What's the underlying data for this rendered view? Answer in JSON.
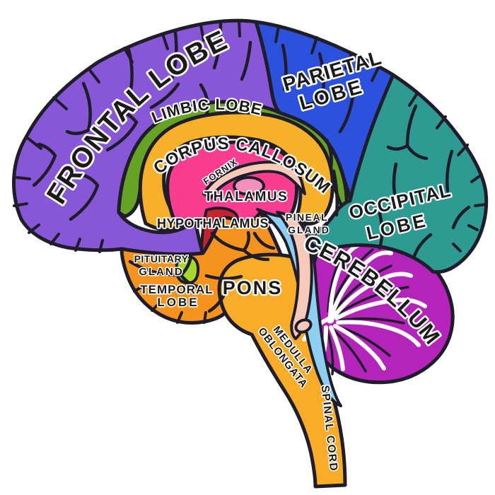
{
  "regions": {
    "frontal_lobe": {
      "label": "FRONTAL LOBE",
      "color": "#8857D8"
    },
    "parietal_lobe": {
      "line1": "PARIETAL",
      "line2": "LOBE",
      "color": "#2B51DD"
    },
    "limbic_lobe": {
      "label": "LIMBIC LOBE",
      "color": "#66A226"
    },
    "corpus_callosum": {
      "label": "CORPUS CALLOSUM",
      "color": "#F7B02A"
    },
    "fornix": {
      "label": "FORNIX",
      "color": "#F6C9B8"
    },
    "thalamus": {
      "label": "THALAMUS",
      "color": "#FA3D8F"
    },
    "interthalamic_adhesion": {
      "color": "#F490BC"
    },
    "hypothalamus": {
      "label": "HYPOTHALAMUS",
      "color": "#C42430"
    },
    "pineal_gland": {
      "line1": "PINEAL",
      "line2": "GLAND"
    },
    "occipital_lobe": {
      "line1": "OCCIPITAL",
      "line2": "LOBE",
      "color": "#2E9B92"
    },
    "cerebellum": {
      "label": "CEREBELLUM",
      "color": "#B424BA"
    },
    "pituitary_gland": {
      "line1": "PITUITARY",
      "line2": "GLAND",
      "color": "#A5D82E"
    },
    "temporal_lobe": {
      "line1": "TEMPORAL",
      "line2": "LOBE",
      "color": "#F6921E"
    },
    "pons": {
      "label": "PONS",
      "color": "#F8AC28"
    },
    "medulla_oblongata": {
      "line1": "MEDULLA",
      "line2": "OBLONGATA"
    },
    "spinal_cord": {
      "label": "SPINAL CORD"
    },
    "ventricles": {
      "color": "#8CCFF0"
    }
  },
  "style": {
    "outline": "#201D2B",
    "label_text": "#1A1A1A",
    "label_halo": "#FFFFFF",
    "background": "#FFFFFF"
  }
}
